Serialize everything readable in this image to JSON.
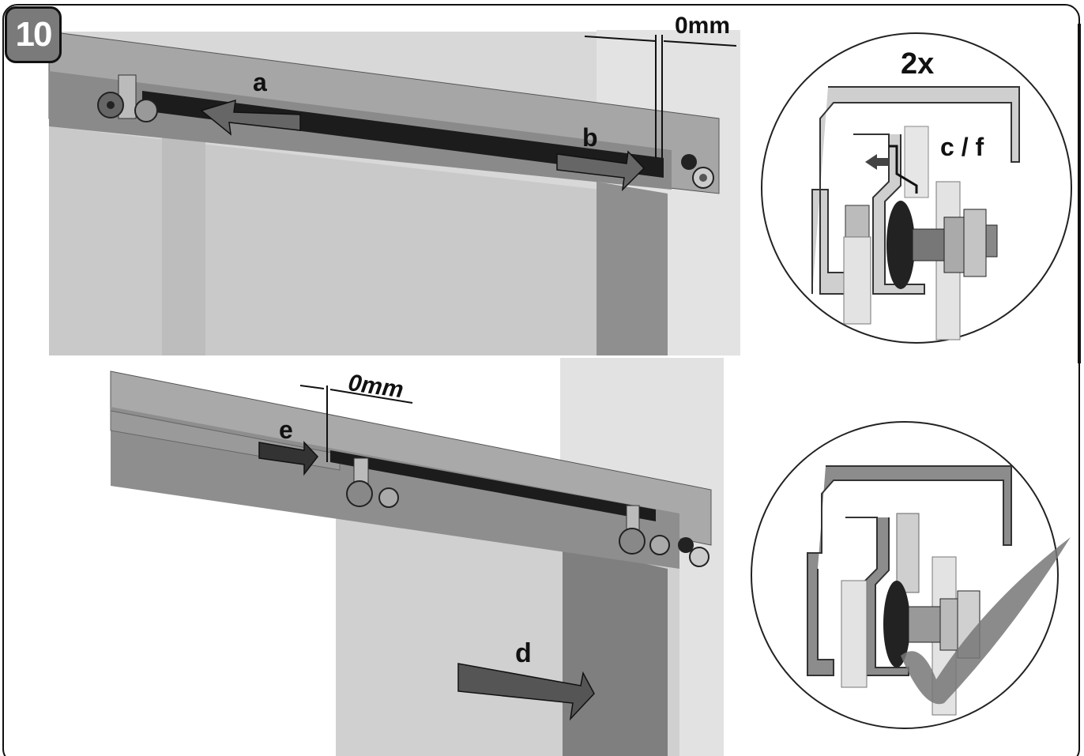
{
  "step": {
    "number": "10"
  },
  "top_view": {
    "arrow_a_label": "a",
    "arrow_b_label": "b",
    "gap_label": "0mm"
  },
  "detail_top": {
    "multiplier": "2x",
    "arrow_label": "c / f"
  },
  "bottom_view": {
    "arrow_e_label": "e",
    "arrow_d_label": "d",
    "gap_label": "0mm"
  },
  "detail_bottom": {
    "check_icon": "checkmark-icon"
  },
  "colors": {
    "outline": "#111111",
    "rail": "#9a9a9a",
    "panel": "#cfcfcf",
    "arrow": "#555555",
    "dark_arrow": "#3a3a3a"
  }
}
